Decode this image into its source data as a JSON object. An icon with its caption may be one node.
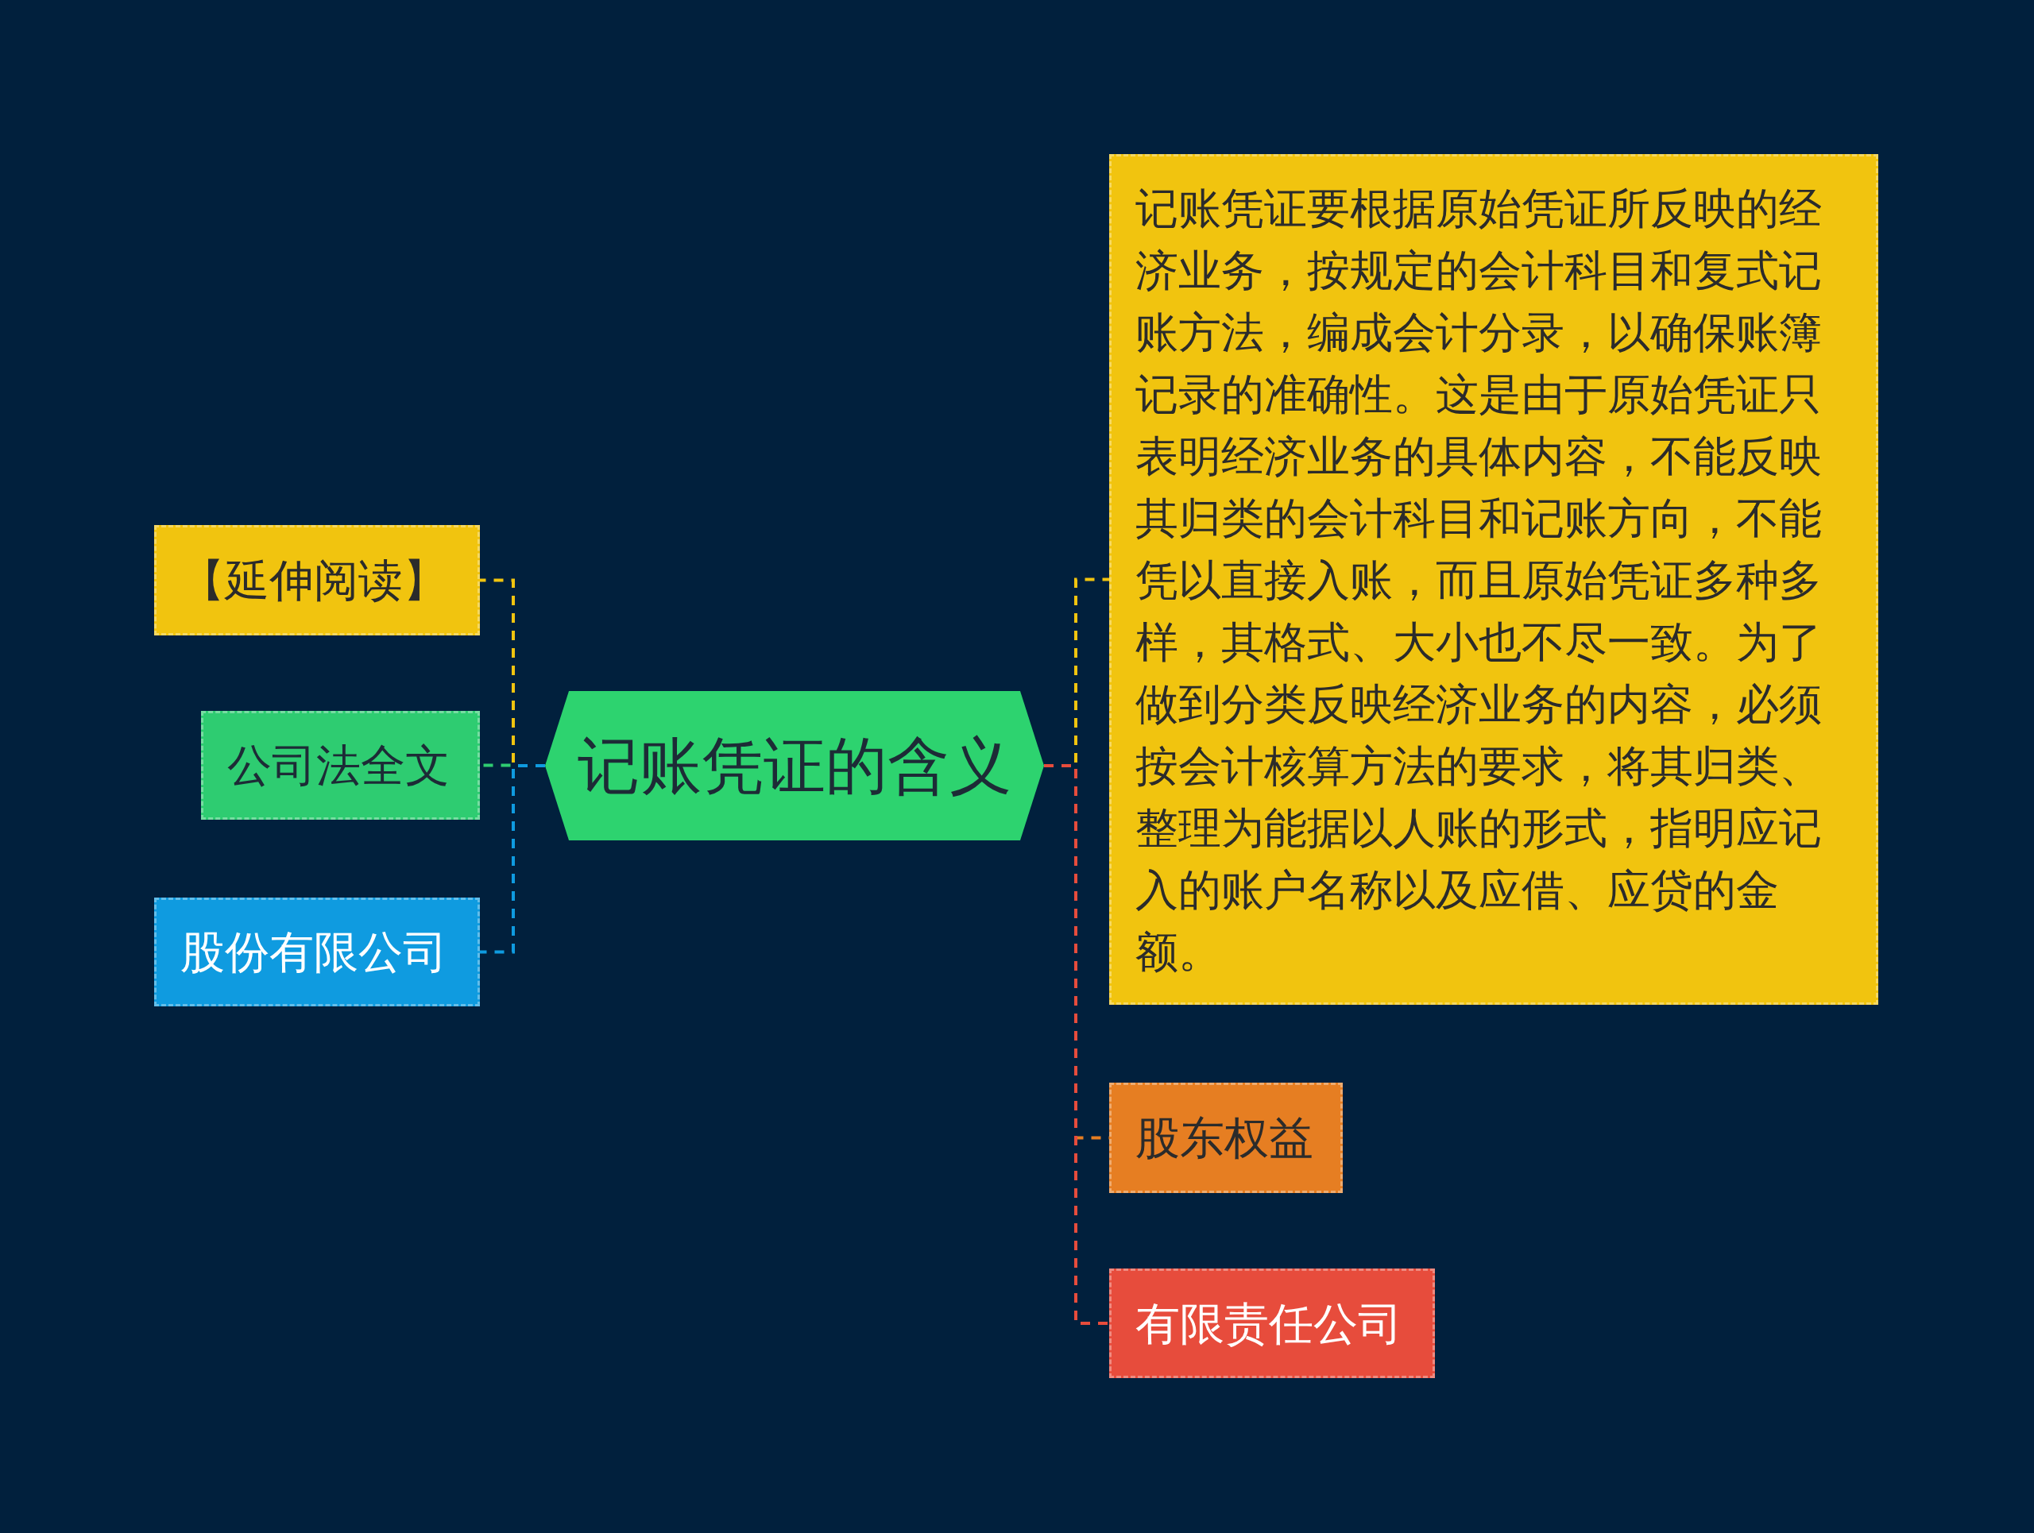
{
  "diagram": {
    "nodes": [
      {
        "text": [
          "记账凭证的含义"
        ]
      },
      {
        "text": [
          "【延伸阅读】"
        ]
      },
      {
        "text": [
          "公司法全文"
        ]
      },
      {
        "text": [
          "股份有限公司"
        ]
      },
      {
        "text": [
          "记账凭证要根据原始凭证所反映的经济业务，按规定的会计科目和复式记账方法，编成会计分录，以确保账簿记录的准确性。这是由于原始凭证只表明经济业务的具体内容，不能反映其归类的会计科目和记账方向，不能凭以直接入账，而且原始凭证多种多样，其格式、大小也不尽一致。为了做到分类反映经济业务的内容，必须按会计核算方法的要求，将其归类、整理为能据以人账的形式，指明应记入的账户名称以及应借、应贷的金额。"
        ]
      },
      {
        "text": [
          "股东权益"
        ]
      },
      {
        "text": [
          "有限责任公司"
        ]
      }
    ],
    "edges": [
      {
        "from": 0,
        "to": 1,
        "arrow": "none",
        "style": "dashed",
        "color": "#f1c40f"
      },
      {
        "from": 0,
        "to": 2,
        "arrow": "none",
        "style": "dashed",
        "color": "#2ecc71"
      },
      {
        "from": 0,
        "to": 3,
        "arrow": "none",
        "style": "dashed",
        "color": "#0f9be0"
      },
      {
        "from": 0,
        "to": 4,
        "arrow": "none",
        "style": "dashed",
        "color": "#f1c40f"
      },
      {
        "from": 0,
        "to": 5,
        "arrow": "none",
        "style": "dashed",
        "color": "#e67e22"
      },
      {
        "from": 0,
        "to": 6,
        "arrow": "none",
        "style": "dashed",
        "color": "#e74c3c"
      }
    ]
  }
}
